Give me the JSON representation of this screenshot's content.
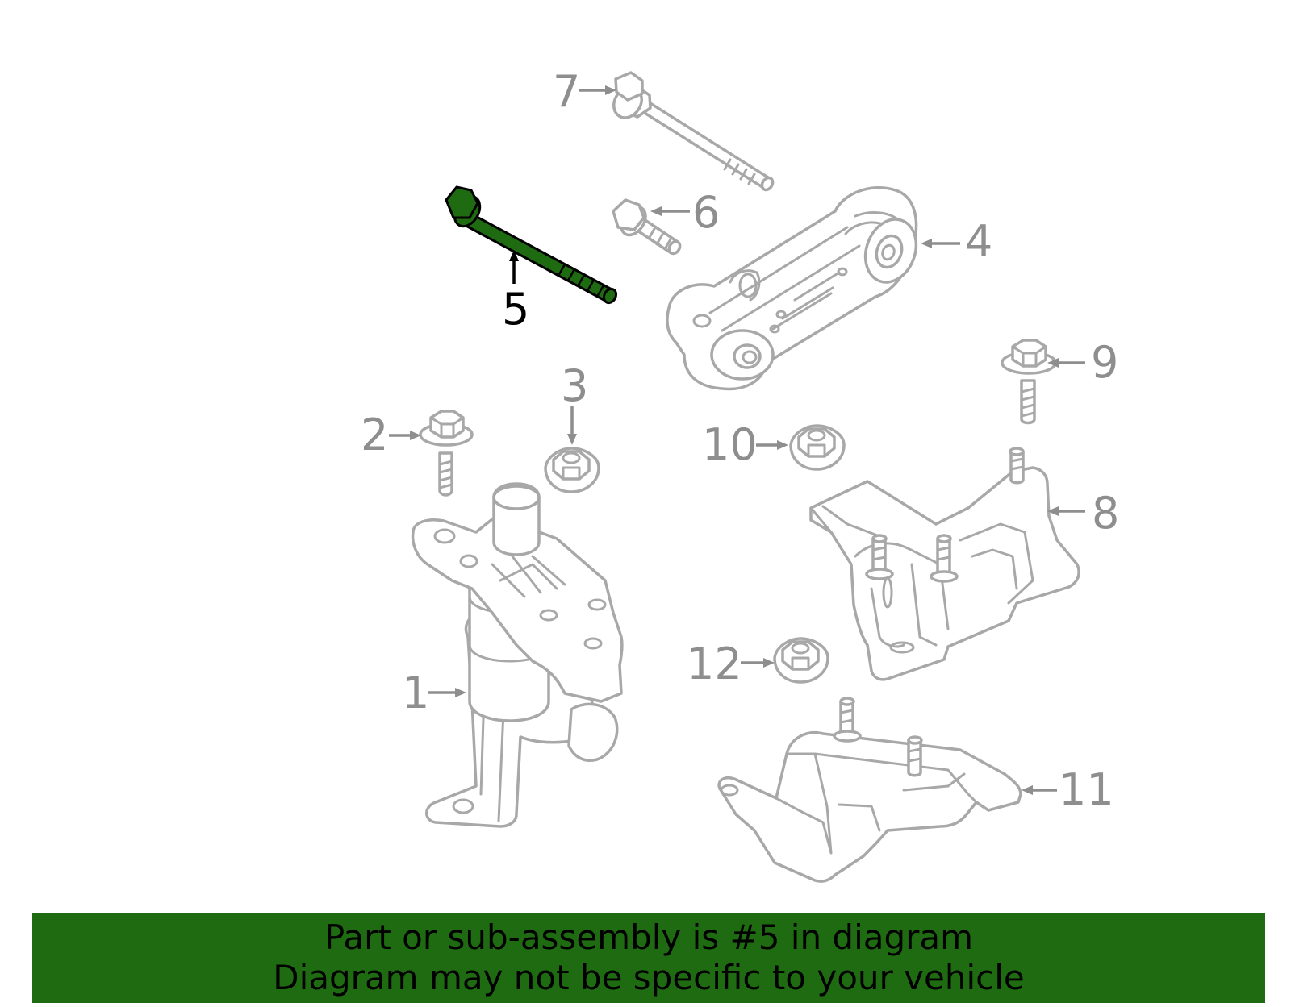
{
  "diagram": {
    "highlight_color": "#1f6b12",
    "highlighted_part": "5",
    "callouts": [
      {
        "id": "1",
        "label": "1"
      },
      {
        "id": "2",
        "label": "2"
      },
      {
        "id": "3",
        "label": "3"
      },
      {
        "id": "4",
        "label": "4"
      },
      {
        "id": "5",
        "label": "5"
      },
      {
        "id": "6",
        "label": "6"
      },
      {
        "id": "7",
        "label": "7"
      },
      {
        "id": "8",
        "label": "8"
      },
      {
        "id": "9",
        "label": "9"
      },
      {
        "id": "10",
        "label": "10"
      },
      {
        "id": "11",
        "label": "11"
      },
      {
        "id": "12",
        "label": "12"
      }
    ]
  },
  "banner": {
    "line1": "Part or sub-assembly is #5 in diagram",
    "line2": "Diagram may not be specific to your vehicle",
    "background": "#1f6b12"
  }
}
